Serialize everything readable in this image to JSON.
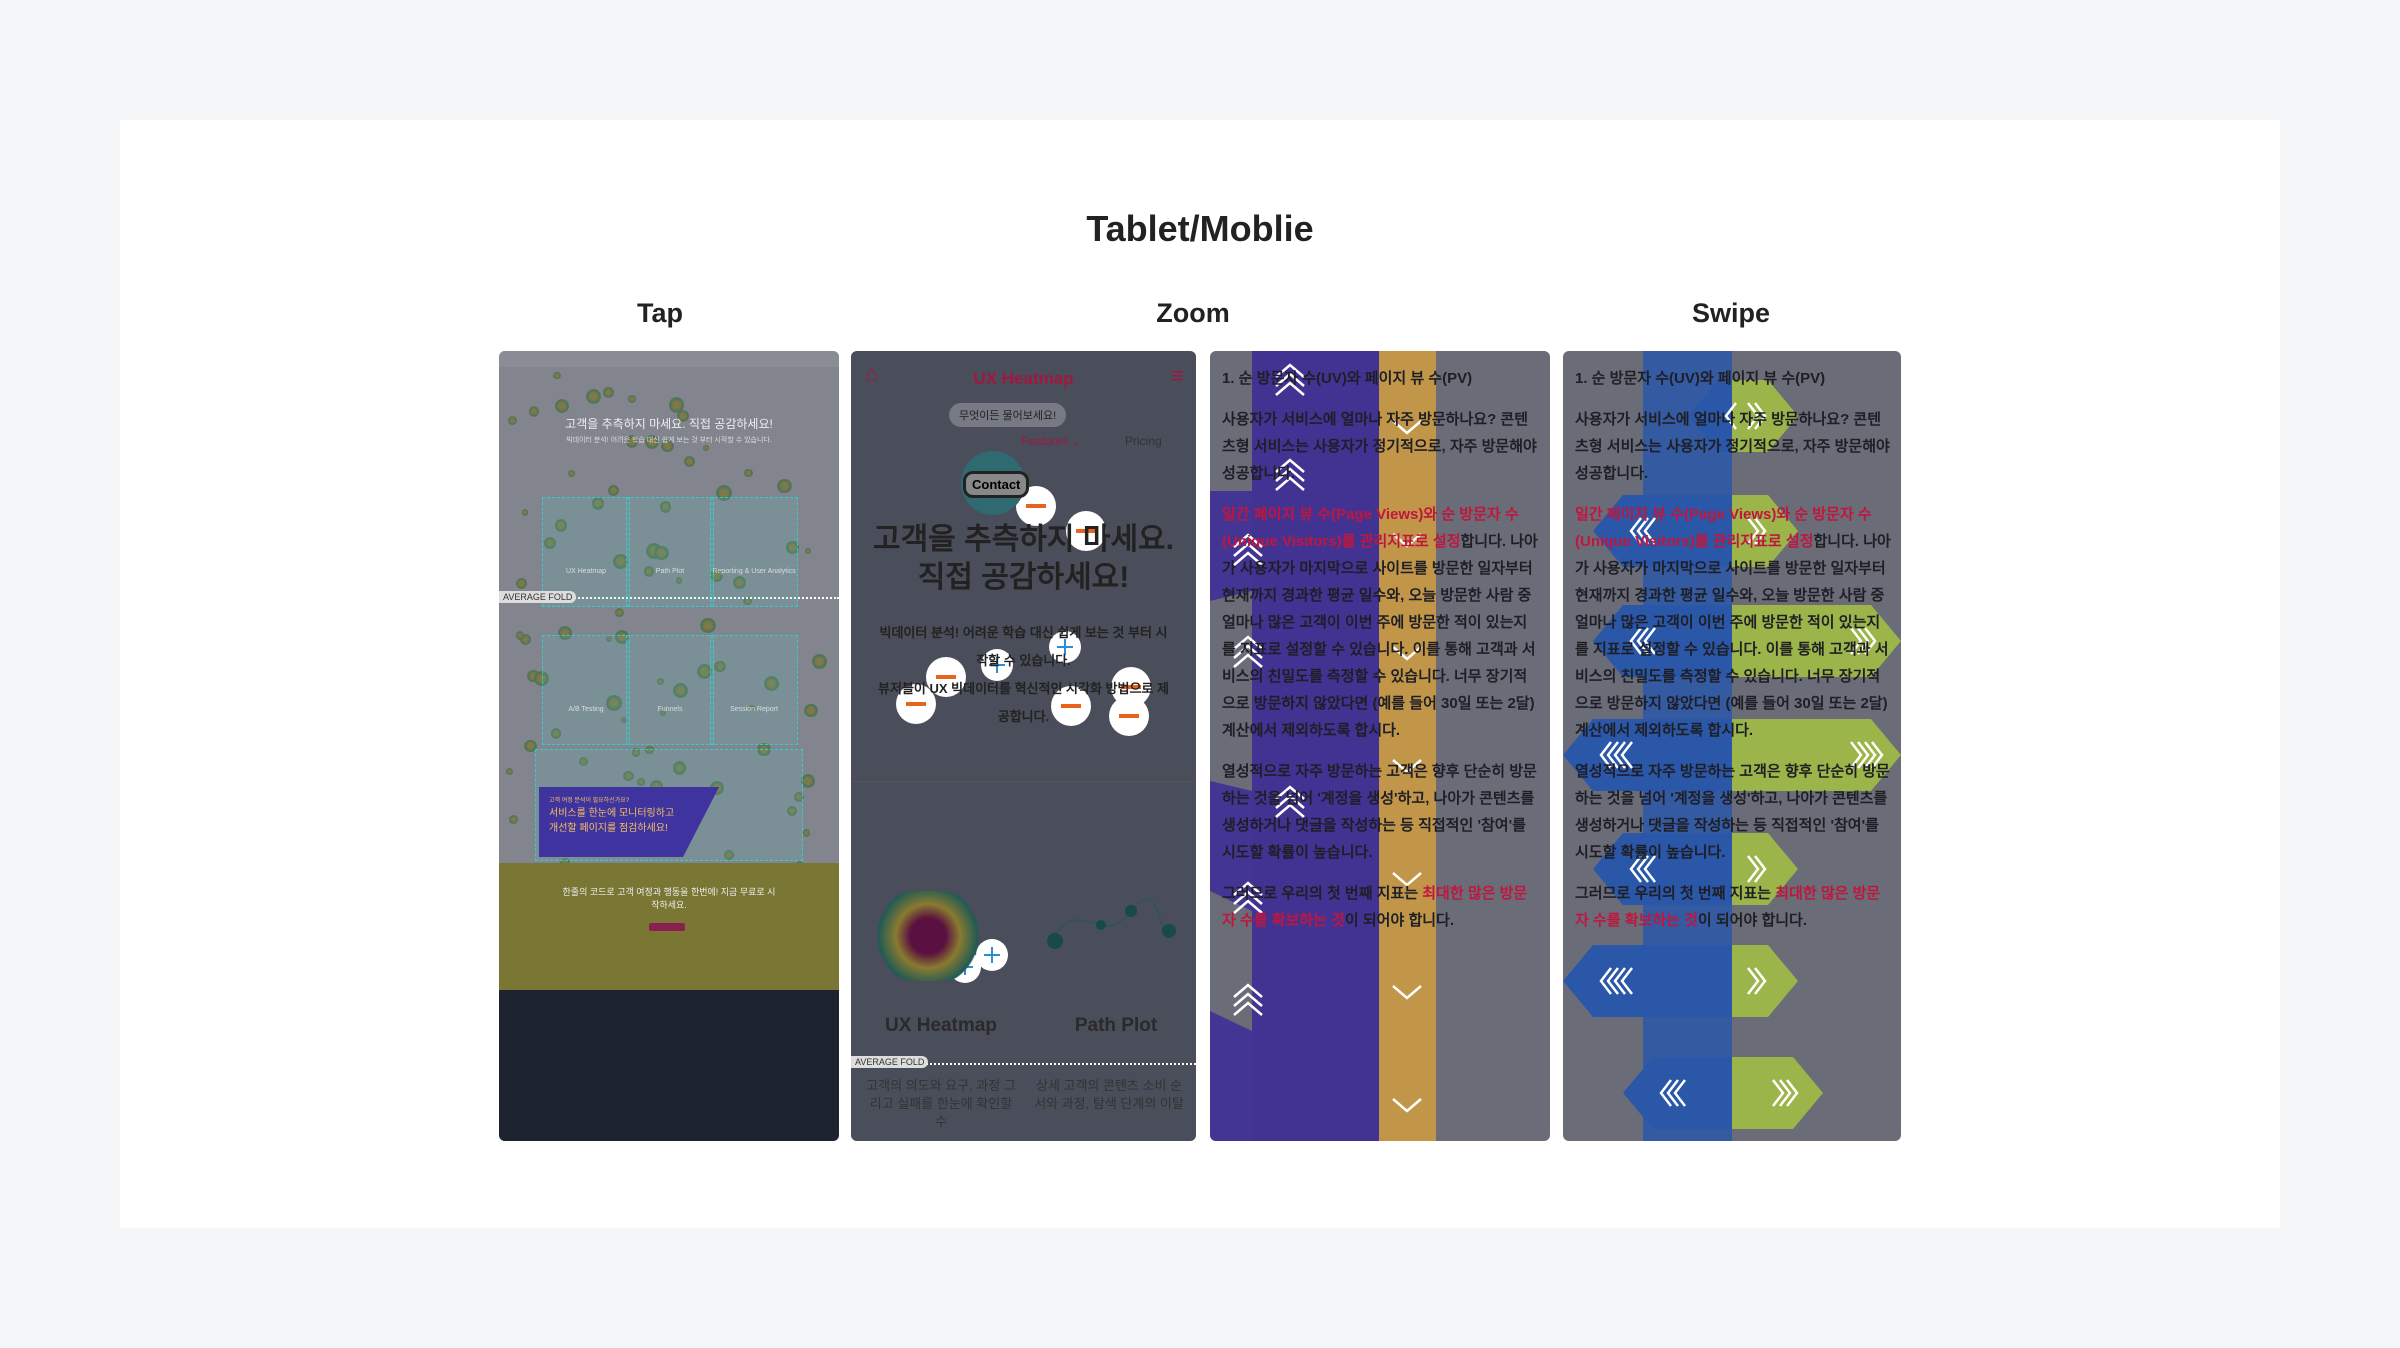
{
  "title": "Tablet/Moblie",
  "columns": {
    "tap": "Tap",
    "zoom": "Zoom",
    "swipe": "Swipe"
  },
  "tap": {
    "headline": "고객을 추측하지 마세요. 직접 공감하세요!",
    "sub": "빅데이터 분석! 어려운 학습 대신 쉽게 보는 것 부터 시작할 수 있습니다.",
    "cards": [
      "UX Heatmap",
      "Path Plot",
      "Reporting & User Analytics",
      "A/B Testing",
      "Funnels",
      "Session Report"
    ],
    "banner_small": "고객 여정 분석이 필요하신가요?",
    "banner": "서비스를 한눈에 모니터링하고 개선할 페이지를 점검하세요!",
    "cta": "한줄의 코드로 고객 여정과 행동을 한번에! 지금 무료로 시작하세요.",
    "fold": "AVERAGE FOLD"
  },
  "zoom": {
    "brand": "UX Heatmap",
    "ask": "무엇이든 물어보세요!",
    "features": "Features",
    "pricing": "Pricing",
    "contact": "Contact",
    "headline1": "고객을 추측하지 마세요.",
    "headline2": "직접 공감하세요!",
    "sub1": "빅데이터 분석! 어려운 학습 대신 쉽게 보는 것 부터 시작할 수 있습니다.",
    "sub2": "뷰저블이 UX 빅데이터를 혁신적인 시각화 방법으로 제공합니다.",
    "feature1": "UX Heatmap",
    "feature2": "Path Plot",
    "fold": "AVERAGE FOLD",
    "desc1": "고객의 의도와 요구, 과정 그리고 실패를 한눈에 확인할 수",
    "desc2": "상세 고객의 콘텐츠 소비 순서와 과정, 탐색 단계의 이탈"
  },
  "article": {
    "heading": "1. 순 방문자 수(UV)와 페이지 뷰 수(PV)",
    "p1": "사용자가 서비스에 얼마나 자주 방문하나요? 콘텐츠형 서비스는 사용자가 정기적으로, 자주 방문해야 성공합니다.",
    "p2_red": "일간 페이지 뷰 수(Page Views)와 순 방문자 수(Unique Visitors)를 관리지표로 설정",
    "p2_rest": "합니다. 나아가 사용자가 마지막으로 사이트를 방문한 일자부터 현재까지 경과한 평균 일수와, 오늘 방문한 사람 중 얼마나 많은 고객이 이번 주에 방문한 적이 있는지를 지표로 설정할 수 있습니다. 이를 통해 고객과 서비스의 친밀도를 측정할 수 있습니다. 너무 장기적으로 방문하지 않았다면 (예를 들어 30일 또는 2달) 계산에서 제외하도록 합시다.",
    "p3": "열성적으로 자주 방문하는 고객은 향후 단순히 방문하는 것을 넘어 '계정을 생성'하고, 나아가 콘텐츠를 생성하거나 댓글을 작성하는 등 직접적인 '참여'를 시도할 확률이 높습니다.",
    "p4_a": "그러므로 우리의 첫 번째 지표는 ",
    "p4_red": "최대한 많은 방문자 수를 확보하는 것",
    "p4_b": "이 되어야 합니다."
  },
  "colors": {
    "brand": "#c0163e",
    "purple": "#3f2f96",
    "orange": "#c99a45",
    "blue": "#2a57a8",
    "green": "#9cb54a",
    "overlay": "#373a48"
  }
}
